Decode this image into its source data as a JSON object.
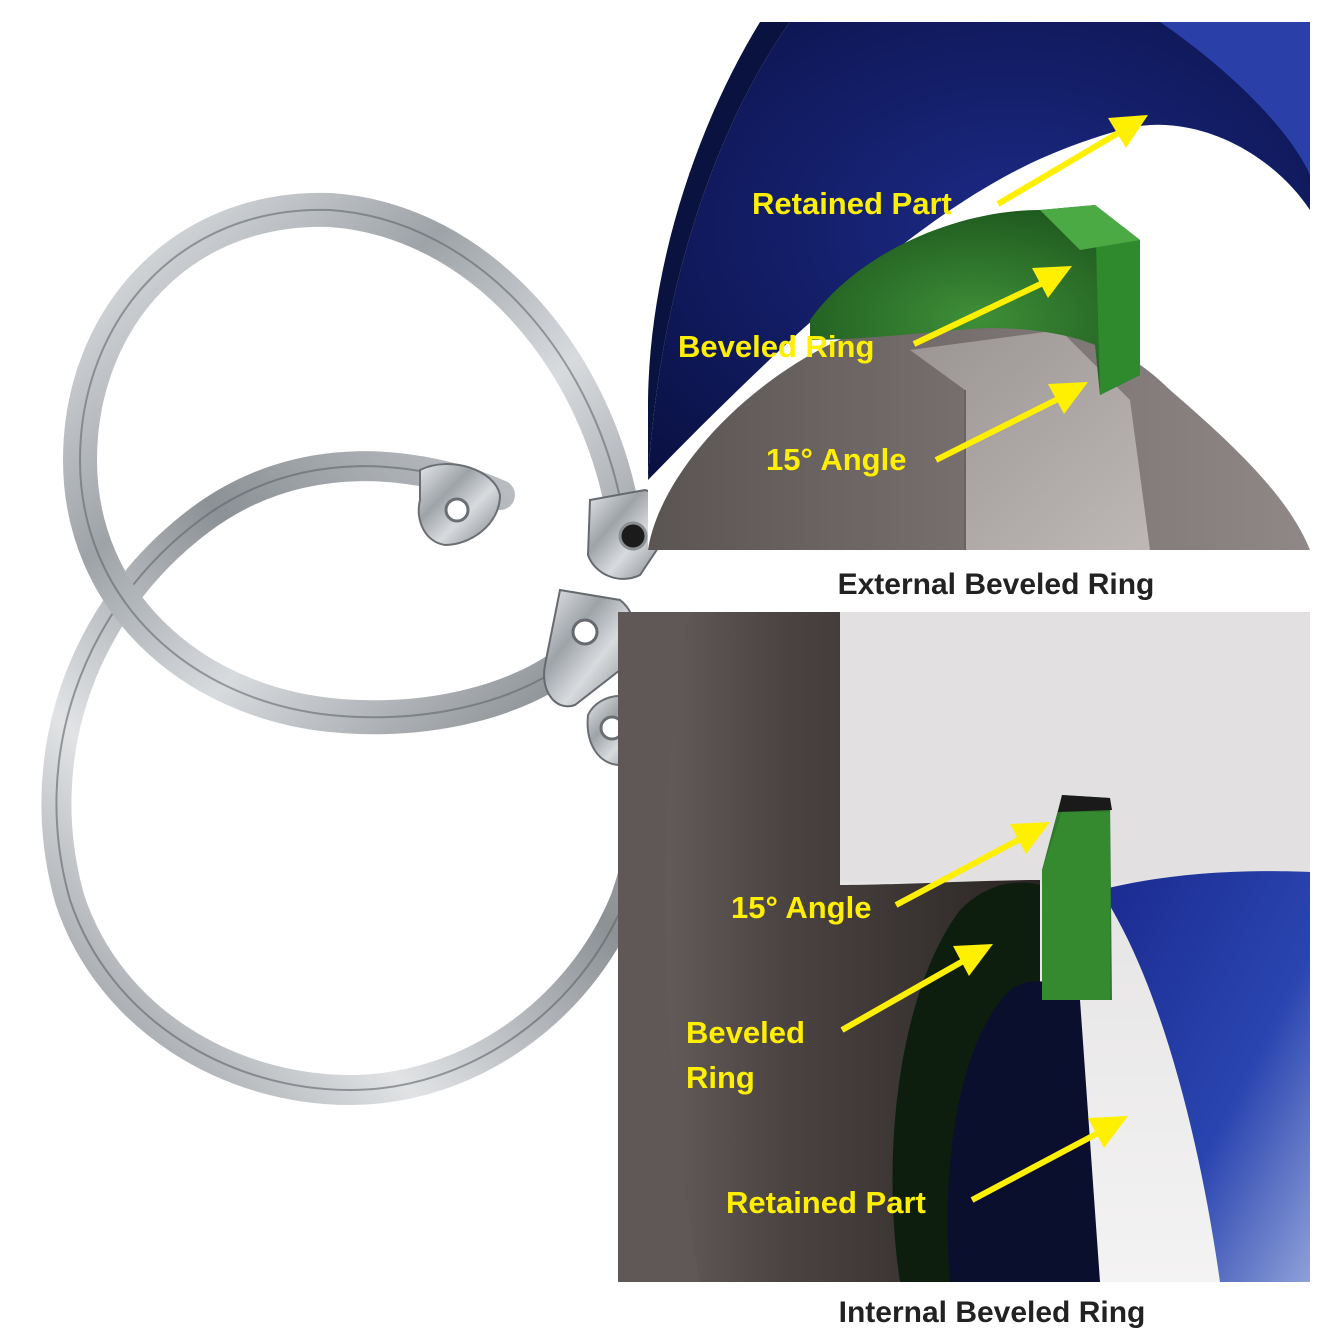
{
  "photo": {
    "rings": "stainless-steel-retaining-rings"
  },
  "external_panel": {
    "labels": {
      "retained_part": "Retained Part",
      "beveled_ring": "Beveled Ring",
      "angle": "15° Angle"
    },
    "caption": "External Beveled Ring",
    "colors": {
      "retained_part": "#16206b",
      "ring": "#2f7a2c",
      "shaft": "#6e6764"
    }
  },
  "internal_panel": {
    "labels": {
      "angle": "15° Angle",
      "beveled_ring_line1": "Beveled",
      "beveled_ring_line2": "Ring",
      "retained_part": "Retained Part"
    },
    "caption": "Internal Beveled Ring",
    "colors": {
      "retained_part": "#1c2b8e",
      "ring": "#2f7a2c",
      "housing": "#3a3432"
    }
  },
  "label_color": "#ffef00"
}
